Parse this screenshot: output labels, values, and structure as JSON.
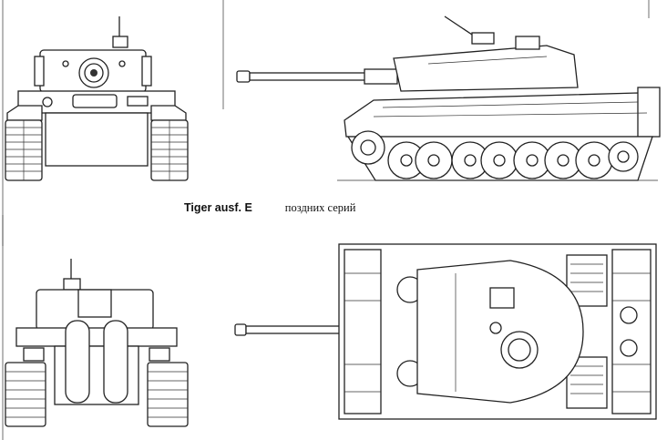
{
  "caption": {
    "model": "Tiger ausf. E",
    "series": "поздних серий"
  },
  "views": [
    {
      "id": "front",
      "icon": "tank-front-view-drawing"
    },
    {
      "id": "side",
      "icon": "tank-side-view-drawing"
    },
    {
      "id": "rear",
      "icon": "tank-rear-view-drawing"
    },
    {
      "id": "top",
      "icon": "tank-top-view-drawing"
    }
  ]
}
